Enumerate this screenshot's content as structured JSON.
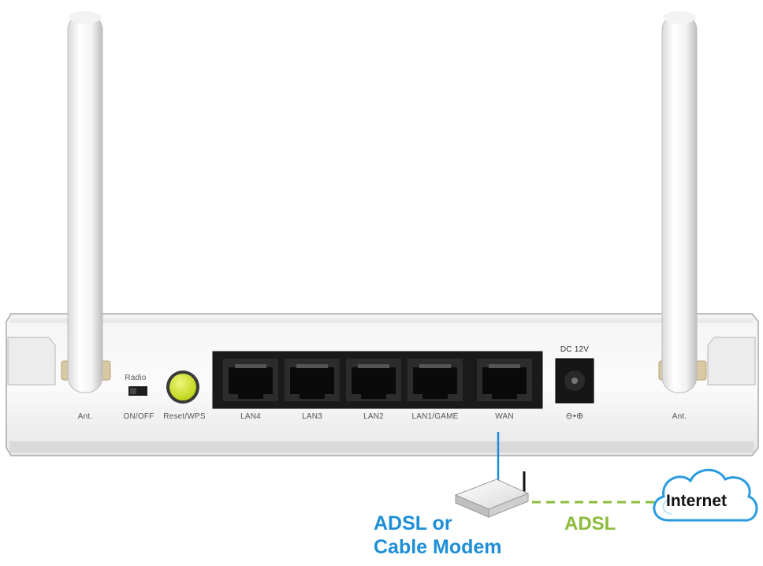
{
  "router": {
    "ant_left_label": "Ant.",
    "ant_right_label": "Ant.",
    "radio_label": "Radio",
    "onoff_label": "ON/OFF",
    "reset_label": "Reset/WPS",
    "ports": [
      "LAN4",
      "LAN3",
      "LAN2",
      "LAN1/GAME",
      "WAN"
    ],
    "dc_label": "DC 12V",
    "polarity_label": "⊖•⊕"
  },
  "modem": {
    "line1": "ADSL or",
    "line2": "Cable Modem"
  },
  "connection": {
    "adsl_label": "ADSL",
    "cloud_label": "Internet"
  },
  "colors": {
    "reset_button": "#c8e21a",
    "wan_cable": "#1e8fd6",
    "adsl_line": "#8dbb3b",
    "modem_text": "#1e8fd6",
    "adsl_text": "#8dbb3b",
    "cloud_stroke": "#2a9be0"
  }
}
